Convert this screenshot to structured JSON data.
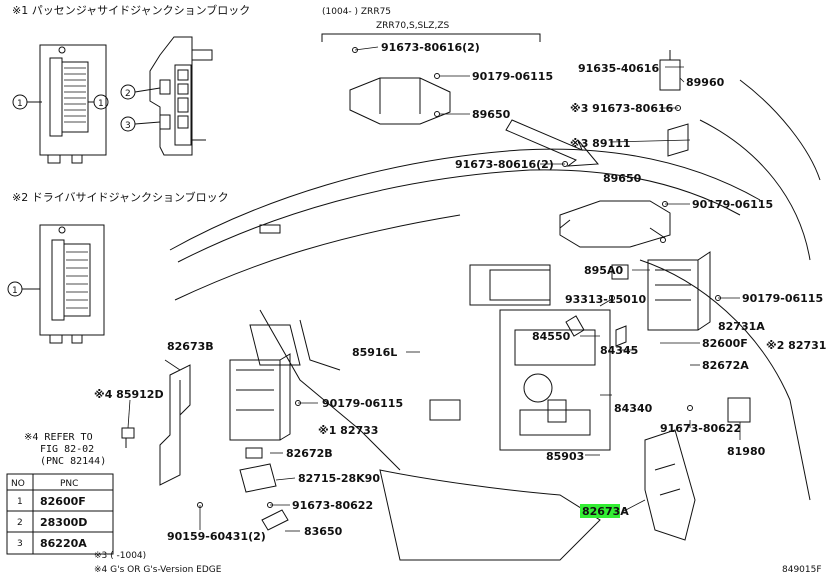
{
  "colors": {
    "highlight": "#33ee33",
    "ink": "#111111"
  },
  "insets": {
    "passenger": "※1 パッセンジャサイドジャンクションブロック",
    "driver": "※2 ドライバサイドジャンクションブロック"
  },
  "header_note": {
    "line1": "(1004-      ) ZRR75",
    "line2": "ZRR70,S,SLZ,ZS"
  },
  "callouts": {
    "c1": "1",
    "c2": "2",
    "c3": "3"
  },
  "parts": [
    {
      "id": "p_91673_80616_2a",
      "text": "91673-80616(2)"
    },
    {
      "id": "p_90179_06115a",
      "text": "90179-06115"
    },
    {
      "id": "p_89650a",
      "text": "89650"
    },
    {
      "id": "p_91635_40616",
      "text": "91635-40616"
    },
    {
      "id": "p_89960",
      "text": "89960"
    },
    {
      "id": "p_x3_91673_80616",
      "text": "※3 91673-80616"
    },
    {
      "id": "p_x3_89111",
      "text": "※3 89111"
    },
    {
      "id": "p_91673_80616_2b",
      "text": "91673-80616(2)"
    },
    {
      "id": "p_89650b",
      "text": "89650"
    },
    {
      "id": "p_90179_06115b",
      "text": "90179-06115"
    },
    {
      "id": "p_895a0",
      "text": "895A0"
    },
    {
      "id": "p_93313_15010",
      "text": "93313-15010"
    },
    {
      "id": "p_90179_06115c",
      "text": "90179-06115"
    },
    {
      "id": "p_84550",
      "text": "84550"
    },
    {
      "id": "p_82731a",
      "text": "82731A"
    },
    {
      "id": "p_82600f",
      "text": "82600F"
    },
    {
      "id": "p_x2_82731",
      "text": "※2 82731"
    },
    {
      "id": "p_84345",
      "text": "84345"
    },
    {
      "id": "p_82672a",
      "text": "82672A"
    },
    {
      "id": "p_85916l",
      "text": "85916L"
    },
    {
      "id": "p_82673b",
      "text": "82673B"
    },
    {
      "id": "p_x4_85912d",
      "text": "※4 85912D"
    },
    {
      "id": "p_90179_06115d",
      "text": "90179-06115"
    },
    {
      "id": "p_x1_82733",
      "text": "※1 82733"
    },
    {
      "id": "p_84340",
      "text": "84340"
    },
    {
      "id": "p_91673_80622a",
      "text": "91673-80622"
    },
    {
      "id": "p_81980",
      "text": "81980"
    },
    {
      "id": "p_82672b",
      "text": "82672B"
    },
    {
      "id": "p_85903",
      "text": "85903"
    },
    {
      "id": "p_82715_28k90",
      "text": "82715-28K90"
    },
    {
      "id": "p_91673_80622b",
      "text": "91673-80622"
    },
    {
      "id": "p_90159_60431",
      "text": "90159-60431(2)"
    },
    {
      "id": "p_83650",
      "text": "83650"
    },
    {
      "id": "p_82673a",
      "text": "82673A"
    }
  ],
  "refer_note": {
    "line1": "※4 REFER TO",
    "line2": "FIG 82-02",
    "line3": "(PNC 82144)"
  },
  "pnc_table": {
    "headers": [
      "NO",
      "PNC"
    ],
    "rows": [
      [
        "1",
        "82600F"
      ],
      [
        "2",
        "28300D"
      ],
      [
        "3",
        "86220A"
      ]
    ]
  },
  "footnotes": {
    "n3": "※3 (      -1004)",
    "n4": "※4 G's OR G's-Version EDGE"
  },
  "figure_id": "849015F"
}
